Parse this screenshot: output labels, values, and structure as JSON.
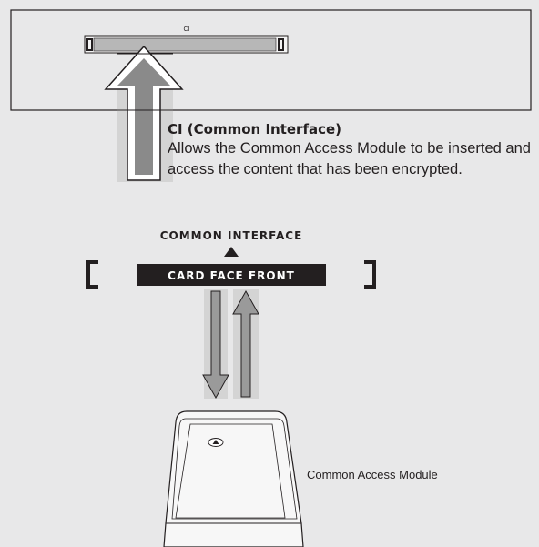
{
  "slot_label": "CI",
  "description": {
    "title": "CI (Common Interface)",
    "text": "Allows the Common Access Module to be inserted and access the content that has been encrypted."
  },
  "interface_label": "COMMON INTERFACE",
  "card_face_label": "CARD FACE FRONT",
  "module_label": "Common Access Module",
  "colors": {
    "background": "#e8e8e9",
    "panel_border": "#231f20",
    "arrow_gray": "#8a8a8a",
    "card_bar": "#231f20"
  }
}
